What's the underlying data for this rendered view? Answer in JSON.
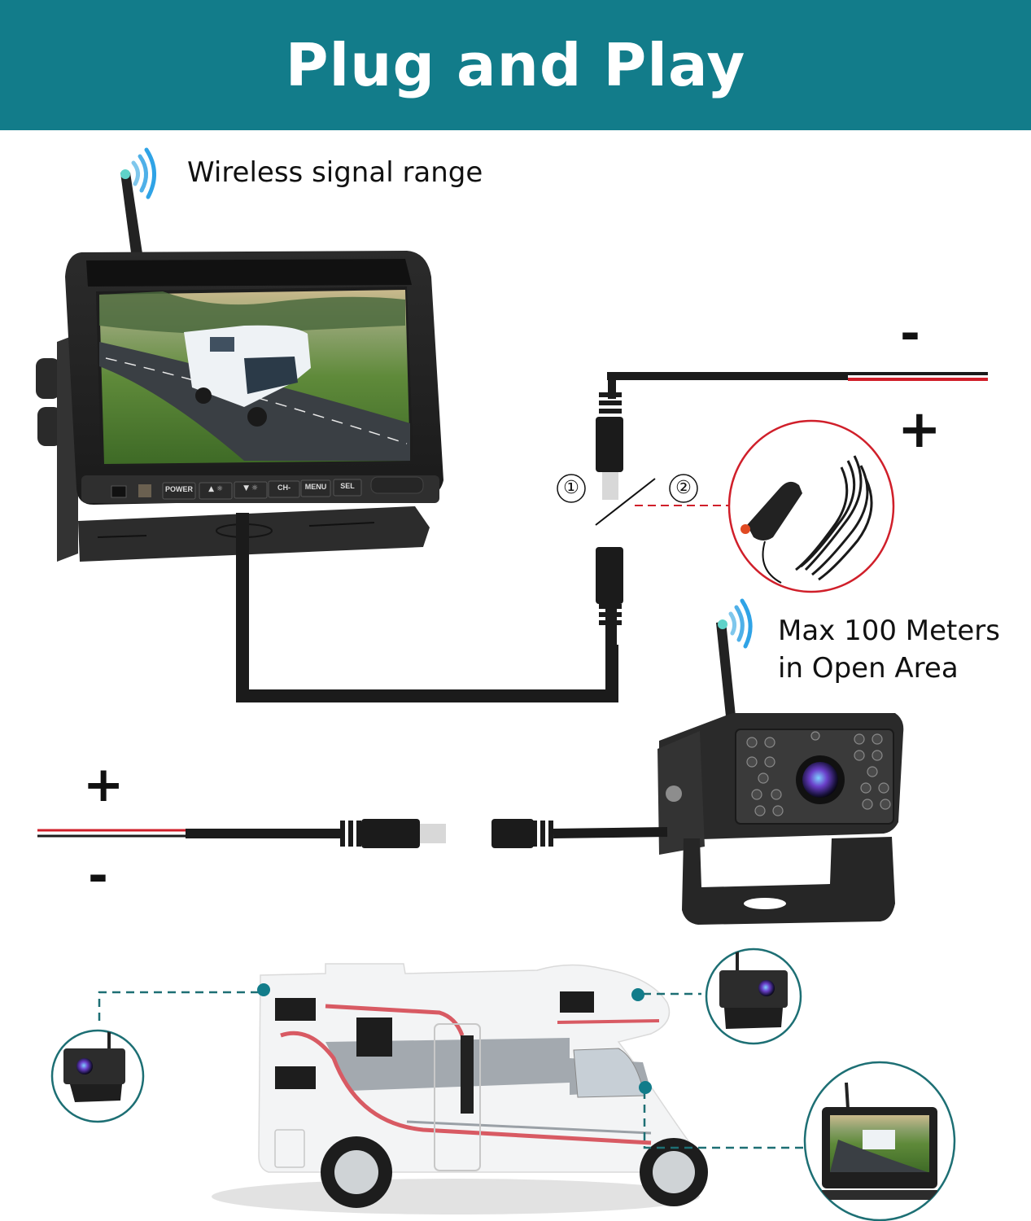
{
  "header": {
    "title": "Plug and Play",
    "background": "#127c8a"
  },
  "monitor": {
    "signal_label": "Wireless signal range",
    "buttons": [
      "POWER",
      "▲ ☼",
      "▼ ☼",
      "CH-",
      "MENU",
      "SEL"
    ]
  },
  "power_options": {
    "option_1": "①",
    "option_2": "②",
    "top_wire_negative": "-",
    "top_wire_positive": "+"
  },
  "camera": {
    "range_label_line1": "Max 100 Meters",
    "range_label_line2": "in Open Area",
    "wire_positive": "+",
    "wire_negative": "-"
  },
  "installation": {
    "callouts": [
      "rear-camera",
      "front-top-camera",
      "dashboard-monitor"
    ]
  },
  "colors": {
    "accent": "#127c8a",
    "wire_red": "#d01f2a",
    "signal_blue": "#2fa3e6",
    "dashed_teal": "#1d6f74"
  }
}
